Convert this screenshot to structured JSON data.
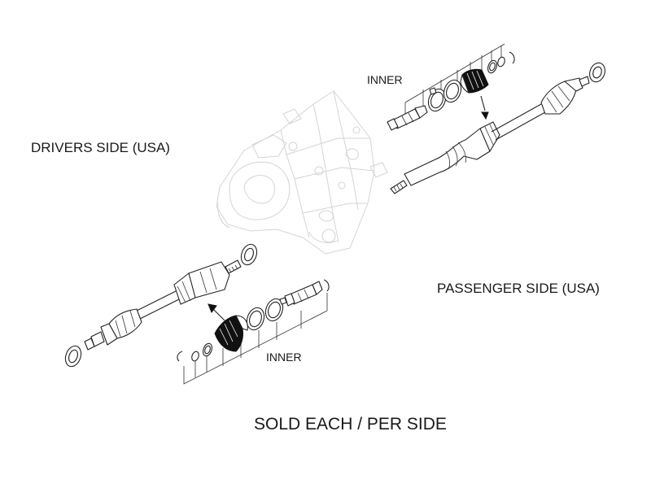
{
  "labels": {
    "drivers_side": "DRIVERS SIDE (USA)",
    "passenger_side": "PASSENGER SIDE (USA)",
    "inner_top": "INNER",
    "inner_bottom": "INNER",
    "footer": "SOLD EACH / PER SIDE"
  },
  "colors": {
    "ink": "#1a1a1a",
    "ghost_outline": "#d4d4d4",
    "background": "#ffffff"
  }
}
